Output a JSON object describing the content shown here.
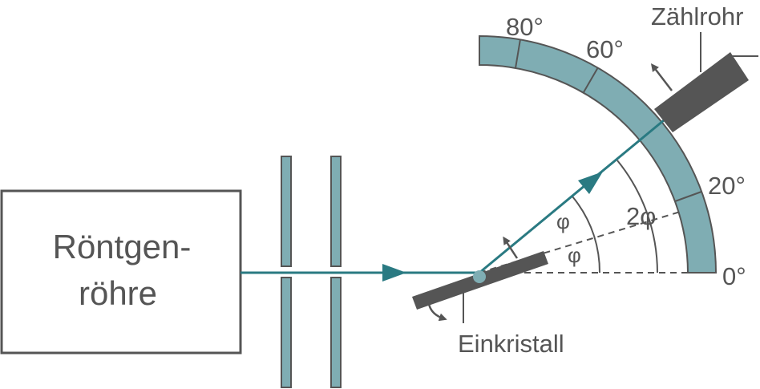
{
  "tube": {
    "line1": "Röntgen-",
    "line2": "röhre"
  },
  "crystal": {
    "label": "Einkristall"
  },
  "detector": {
    "label": "Zählrohr"
  },
  "angles": {
    "phi": "φ",
    "two_phi": "2φ"
  },
  "scale": {
    "deg0": "0°",
    "deg20": "20°",
    "deg60": "60°",
    "deg80": "80°"
  },
  "colors": {
    "teal": "#2a7a82",
    "scale_fill": "#7fadb3",
    "dark": "#555555",
    "text": "#555555"
  }
}
